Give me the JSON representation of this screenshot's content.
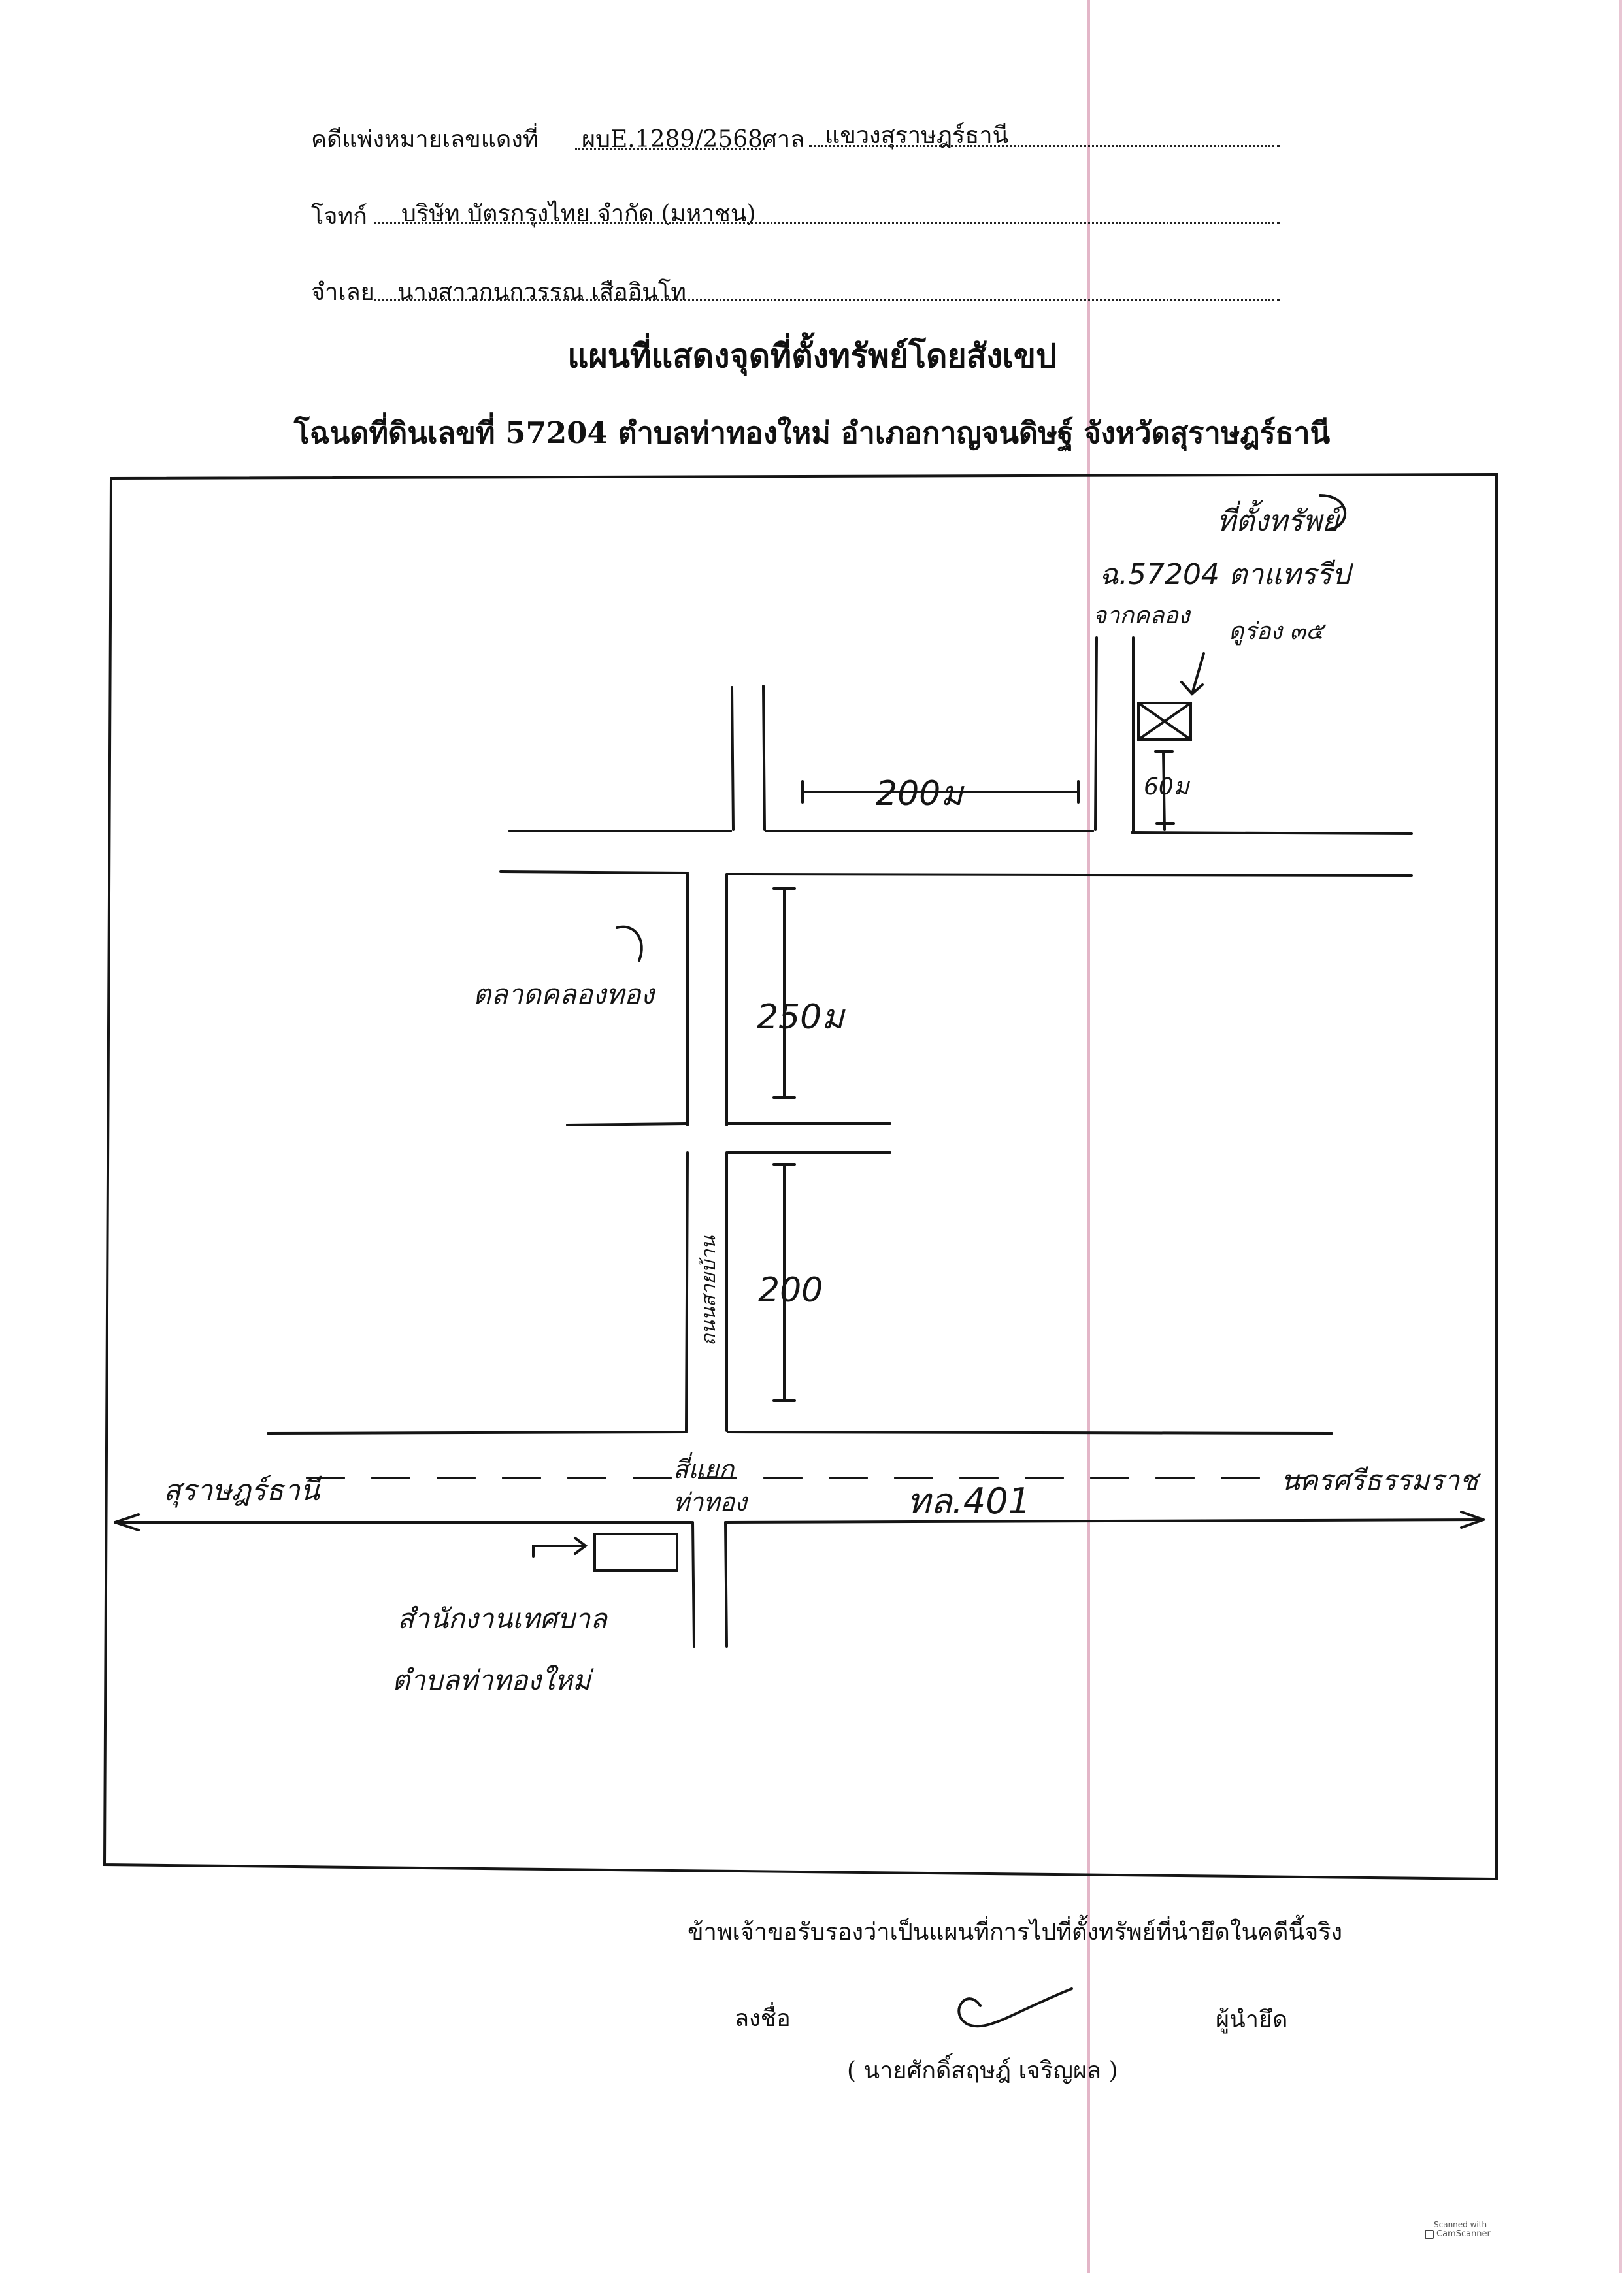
{
  "header": {
    "case_label": "คดีแพ่งหมายเลขแดงที่",
    "case_no": "ผบE.1289/2568",
    "court_label": "ศาล",
    "court_name": "แขวงสุราษฎร์ธานี",
    "plaintiff_label": "โจทก์",
    "plaintiff": "บริษัท บัตรกรุงไทย จำกัด (มหาชน)",
    "defendant_label": "จำเลย",
    "defendant": "นางสาวกนกวรรณ เสืออินโท"
  },
  "title": "แผนที่แสดงจุดที่ตั้งทรัพย์โดยสังเขป",
  "subtitle": "โฉนดที่ดินเลขที่ 57204 ตำบลท่าทองใหม่ อำเภอกาญจนดิษฐ์ จังหวัดสุราษฎร์ธานี",
  "map": {
    "property_label_1": "ที่ตั้งทรัพย์",
    "property_label_2": "ฉ.57204 ตาแทรรีป",
    "property_label_3": "จากคลอง",
    "property_label_4": "ดูร่อง ๓๕",
    "dist_200m_top": "200ม",
    "dist_60m": "60ม",
    "dist_250m": "250ม",
    "dist_200": "200",
    "market_label": "ตลาดคลองทอง",
    "side_road_label": "ถนนสายบ้าน",
    "junction_label_1": "สี่แยก",
    "junction_label_2": "ท่าทอง",
    "highway_label": "ทล.401",
    "left_destination": "สุราษฎร์ธานี",
    "right_destination": "นครศรีธรรมราช",
    "landmark_label_1": "สำนักงานเทศบาล",
    "landmark_label_2": "ตำบลท่าทองใหม่"
  },
  "certification": "ข้าพเจ้าขอรับรองว่าเป็นแผนที่การไปที่ตั้งทรัพย์ที่นำยึดในคดีนี้จริง",
  "signature": {
    "sign_label": "ลงชื่อ",
    "role": "ผู้นำยึด",
    "name": "( นายศักดิ์สฤษฎ์ เจริญผล )"
  },
  "watermark": {
    "line1": "Scanned with",
    "line2": "CamScanner"
  }
}
